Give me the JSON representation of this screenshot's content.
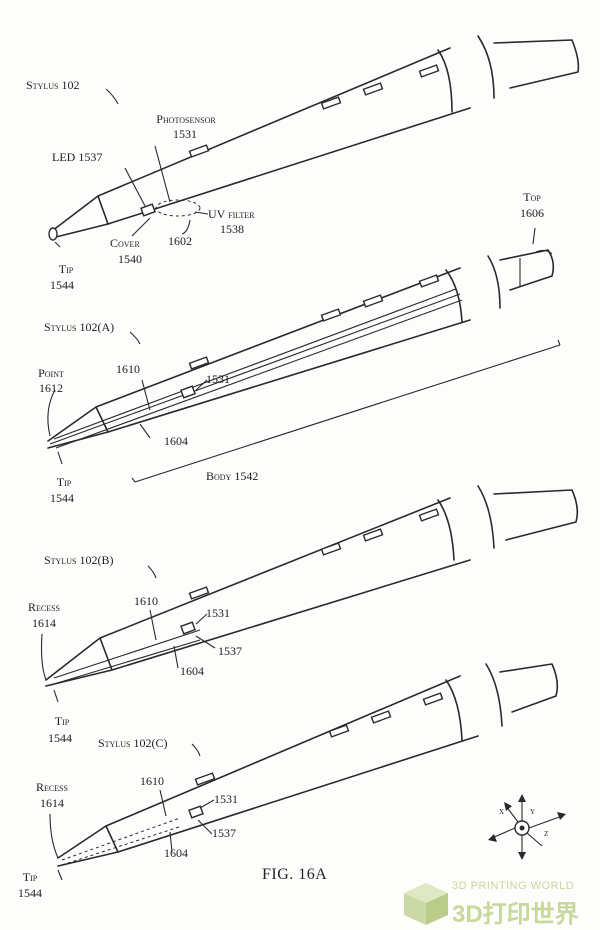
{
  "labels": {
    "stylus_102": "Stylus 102",
    "photosensor": "Photosensor",
    "photosensor_num": "1531",
    "led": "LED 1537",
    "uv_filter": "UV filter",
    "uv_filter_num": "1538",
    "cover": "Cover",
    "cover_num": "1540",
    "ref_1602": "1602",
    "tip": "Tip",
    "tip_num": "1544",
    "top": "Top",
    "top_num": "1606",
    "stylus_102a": "Stylus 102(A)",
    "point": "Point",
    "point_num": "1612",
    "ref_1610": "1610",
    "ref_1531": "1531",
    "ref_1604": "1604",
    "body": "Body 1542",
    "stylus_102b": "Stylus 102(B)",
    "recess": "Recess",
    "recess_num": "1614",
    "ref_1537": "1537",
    "stylus_102c": "Stylus 102(C)",
    "axis_x": "x",
    "axis_y": "y",
    "axis_z": "z"
  },
  "figure_caption": "FIG. 16A",
  "watermark": {
    "line1": "3D PRINTING WORLD",
    "line2": "3D打印世界"
  }
}
